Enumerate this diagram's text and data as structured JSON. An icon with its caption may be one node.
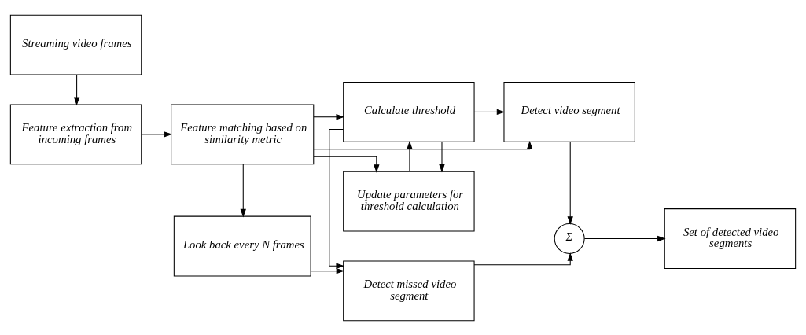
{
  "diagram": {
    "nodes": [
      {
        "text": [
          "Streaming video frames"
        ]
      },
      {
        "text": [
          "Feature extraction from incoming frames"
        ]
      },
      {
        "text": [
          "Feature matching based on similarity metric"
        ]
      },
      {
        "text": [
          "Update parameters for threshold calculation"
        ]
      },
      {
        "text": [
          "Calculate threshold"
        ]
      },
      {
        "text": [
          "Detect video segment"
        ]
      },
      {
        "text": [
          "Look back every N frames"
        ]
      },
      {
        "text": [
          "Detect missed video segment"
        ]
      },
      {
        "text": [
          "Σ"
        ]
      },
      {
        "text": [
          "Set of detected video segments"
        ]
      }
    ],
    "edges": [
      {
        "from": 0,
        "to": 1,
        "arrow": "to"
      },
      {
        "from": 1,
        "to": 2,
        "arrow": "to"
      },
      {
        "from": 2,
        "to": 3,
        "arrow": "to"
      },
      {
        "from": 2,
        "to": 4,
        "arrow": "to"
      },
      {
        "from": 2,
        "to": 5,
        "arrow": "to"
      },
      {
        "from": 3,
        "to": 4,
        "arrow": "to"
      },
      {
        "from": 4,
        "to": 3,
        "arrow": "to"
      },
      {
        "from": 4,
        "to": 5,
        "arrow": "to"
      },
      {
        "from": 2,
        "to": 6,
        "arrow": "to"
      },
      {
        "from": 6,
        "to": 7,
        "arrow": "to"
      },
      {
        "from": 4,
        "to": 7,
        "arrow": "to"
      },
      {
        "from": 5,
        "to": 8,
        "arrow": "to"
      },
      {
        "from": 7,
        "to": 8,
        "arrow": "to"
      },
      {
        "from": 8,
        "to": 9,
        "arrow": "to"
      }
    ]
  }
}
